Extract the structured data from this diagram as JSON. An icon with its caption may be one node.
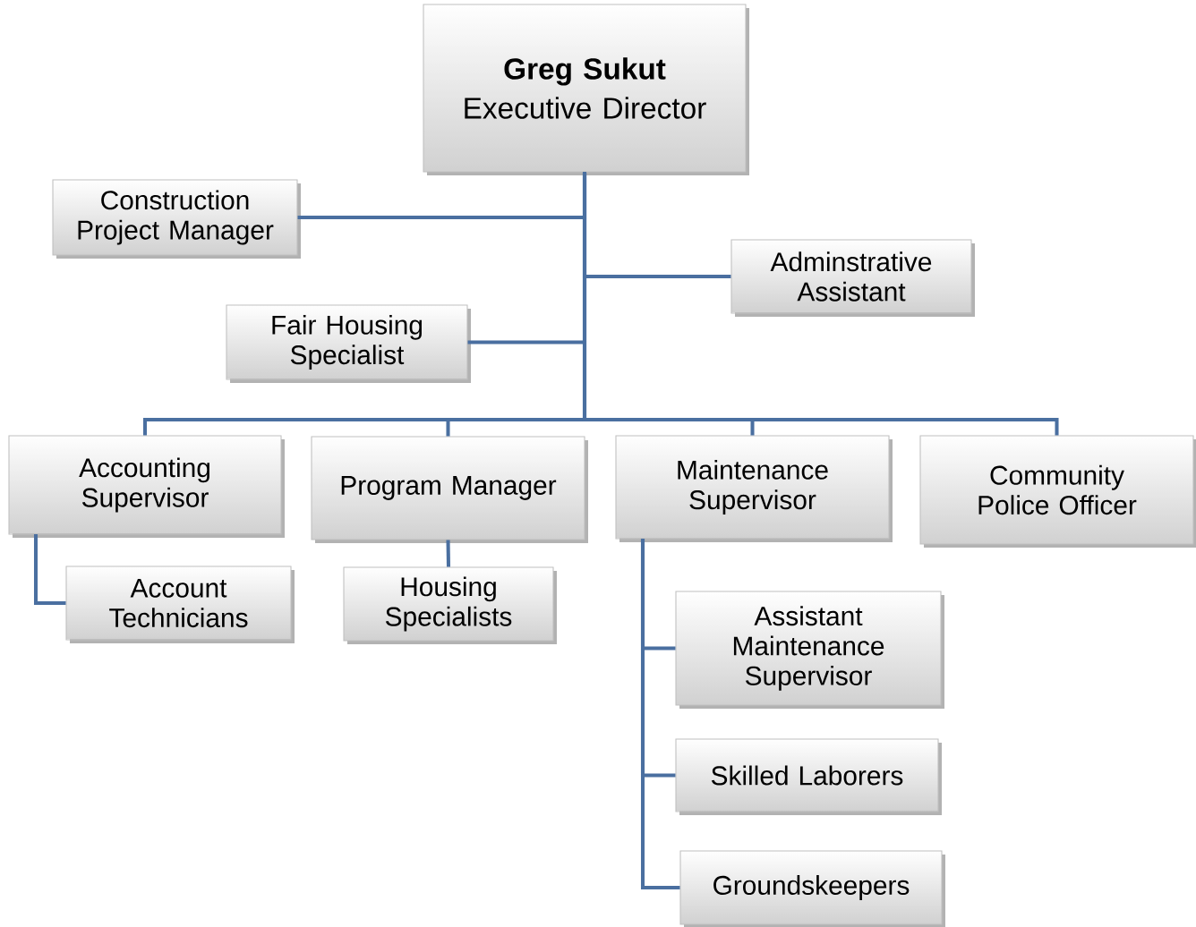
{
  "diagram": {
    "nodes": [
      {
        "text": [
          "Greg Sukut",
          "Executive Director"
        ]
      },
      {
        "text": [
          "Construction Project Manager"
        ]
      },
      {
        "text": [
          "Adminstrative Assistant"
        ]
      },
      {
        "text": [
          "Fair Housing Specialist"
        ]
      },
      {
        "text": [
          "Accounting Supervisor"
        ]
      },
      {
        "text": [
          "Program Manager"
        ]
      },
      {
        "text": [
          "Maintenance Supervisor"
        ]
      },
      {
        "text": [
          "Community Police Officer"
        ]
      },
      {
        "text": [
          "Account Technicians"
        ]
      },
      {
        "text": [
          "Housing Specialists"
        ]
      },
      {
        "text": [
          "Assistant Maintenance Supervisor"
        ]
      },
      {
        "text": [
          "Skilled Laborers"
        ]
      },
      {
        "text": [
          "Groundskeepers"
        ]
      }
    ],
    "edges": [
      {
        "from": 0,
        "to": 1,
        "arrow": "none"
      },
      {
        "from": 0,
        "to": 2,
        "arrow": "none"
      },
      {
        "from": 0,
        "to": 3,
        "arrow": "none"
      },
      {
        "from": 0,
        "to": 4,
        "arrow": "none"
      },
      {
        "from": 0,
        "to": 5,
        "arrow": "none"
      },
      {
        "from": 0,
        "to": 6,
        "arrow": "none"
      },
      {
        "from": 0,
        "to": 7,
        "arrow": "none"
      },
      {
        "from": 4,
        "to": 8,
        "arrow": "none"
      },
      {
        "from": 5,
        "to": 9,
        "arrow": "none"
      },
      {
        "from": 6,
        "to": 10,
        "arrow": "none"
      },
      {
        "from": 6,
        "to": 11,
        "arrow": "none"
      },
      {
        "from": 6,
        "to": 12,
        "arrow": "none"
      }
    ]
  }
}
